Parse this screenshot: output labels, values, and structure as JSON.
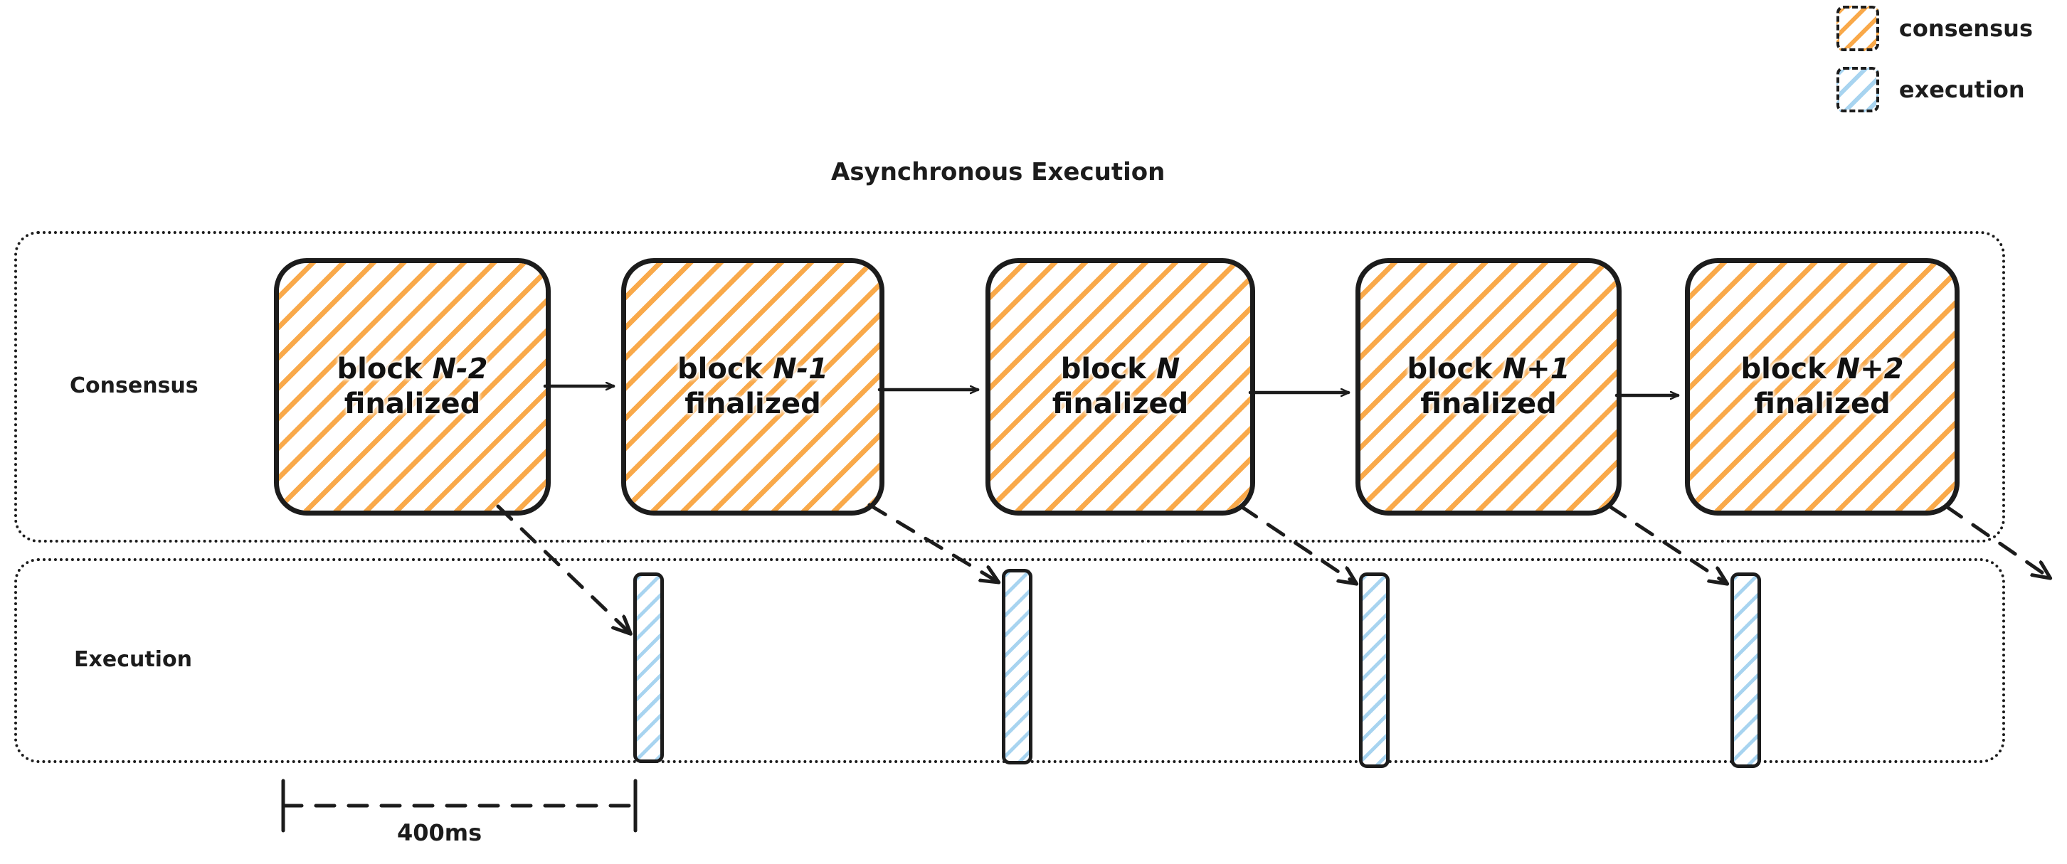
{
  "diagram": {
    "title": "Asynchronous Execution",
    "colors": {
      "consensus_hatch": "#f9a94a",
      "execution_hatch": "#a8d4f0",
      "stroke": "#1c1c1c",
      "background": "#ffffff"
    }
  },
  "legend": {
    "items": [
      {
        "label": "consensus",
        "swatch": "consensus-swatch-icon",
        "color": "#f9a94a"
      },
      {
        "label": "execution",
        "swatch": "execution-swatch-icon",
        "color": "#a8d4f0"
      }
    ]
  },
  "lanes": [
    {
      "id": "consensus",
      "label": "Consensus"
    },
    {
      "id": "execution",
      "label": "Execution"
    }
  ],
  "consensus_blocks": [
    {
      "line1_prefix": "block ",
      "line1_index": "N-2",
      "line2": "finalized"
    },
    {
      "line1_prefix": "block ",
      "line1_index": "N-1",
      "line2": "finalized"
    },
    {
      "line1_prefix": "block ",
      "line1_index": "N",
      "line2": "finalized"
    },
    {
      "line1_prefix": "block ",
      "line1_index": "N+1",
      "line2": "finalized"
    },
    {
      "line1_prefix": "block ",
      "line1_index": "N+2",
      "line2": "finalized"
    }
  ],
  "execution_bars": [
    {
      "source_block": "block N-2"
    },
    {
      "source_block": "block N-1"
    },
    {
      "source_block": "block N"
    },
    {
      "source_block": "block N+1"
    }
  ],
  "measurement": {
    "label": "400ms",
    "from_block": "block N-2",
    "to_block": "block N-1"
  }
}
